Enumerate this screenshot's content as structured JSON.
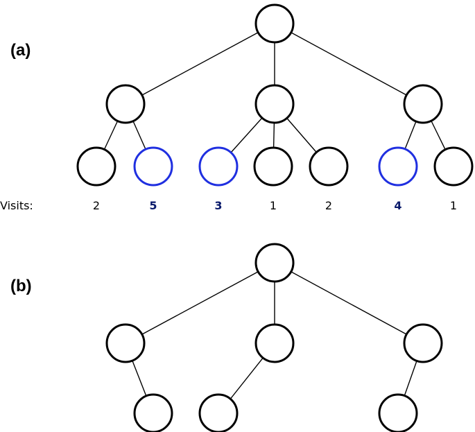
{
  "panel_a": {
    "label": "(a)",
    "visits_caption": "Visits:",
    "leaf_visits": [
      {
        "value": "2",
        "selected": false
      },
      {
        "value": "5",
        "selected": true
      },
      {
        "value": "3",
        "selected": true
      },
      {
        "value": "1",
        "selected": false
      },
      {
        "value": "2",
        "selected": false
      },
      {
        "value": "4",
        "selected": true
      },
      {
        "value": "1",
        "selected": false
      }
    ]
  },
  "panel_b": {
    "label": "(b)"
  },
  "colors": {
    "node_stroke": "#000000",
    "selected_node_stroke": "#1f2fe0",
    "edge": "#000000",
    "selected_visit_text": "#0a1a6b",
    "visit_text": "#000000"
  }
}
